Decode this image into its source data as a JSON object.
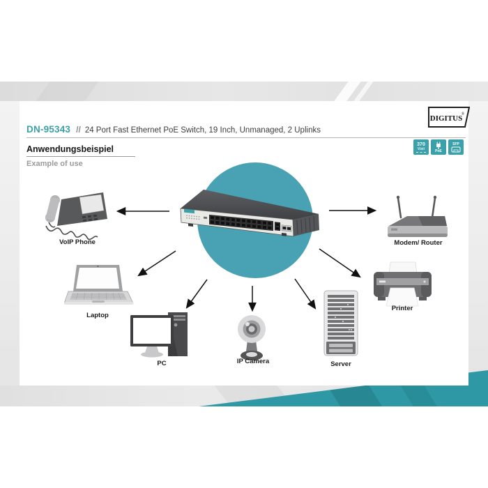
{
  "page": {
    "product_code": "DN-95343",
    "separator": "//",
    "product_title": "24 Port Fast Ethernet PoE Switch, 19 Inch, Unmanaged, 2 Uplinks",
    "section_title_de": "Anwendungsbeispiel",
    "section_title_en": "Example of use"
  },
  "brand": {
    "name": "DIGITUS",
    "registered_mark": "®"
  },
  "badges": [
    {
      "name": "badge-370-watt",
      "line1": "370",
      "line2": "Watt"
    },
    {
      "name": "badge-poe",
      "label": "PoE"
    },
    {
      "name": "badge-sfp",
      "label": "SFP"
    }
  ],
  "diagram": {
    "center_device": "24-port-poe-switch",
    "devices": [
      {
        "id": "voip-phone",
        "label": "VoIP Phone"
      },
      {
        "id": "laptop",
        "label": "Laptop"
      },
      {
        "id": "pc",
        "label": "PC"
      },
      {
        "id": "ip-camera",
        "label": "IP Camera"
      },
      {
        "id": "server",
        "label": "Server"
      },
      {
        "id": "printer",
        "label": "Printer"
      },
      {
        "id": "modem-router",
        "label": "Modem/ Router"
      }
    ]
  },
  "colors": {
    "accent_teal": "#3aa0a9",
    "circle_teal": "#48a2b3",
    "wedge_teal": "#2e98a4",
    "band_gray": "#e4e4e4",
    "text_dark": "#3c3c3c"
  }
}
